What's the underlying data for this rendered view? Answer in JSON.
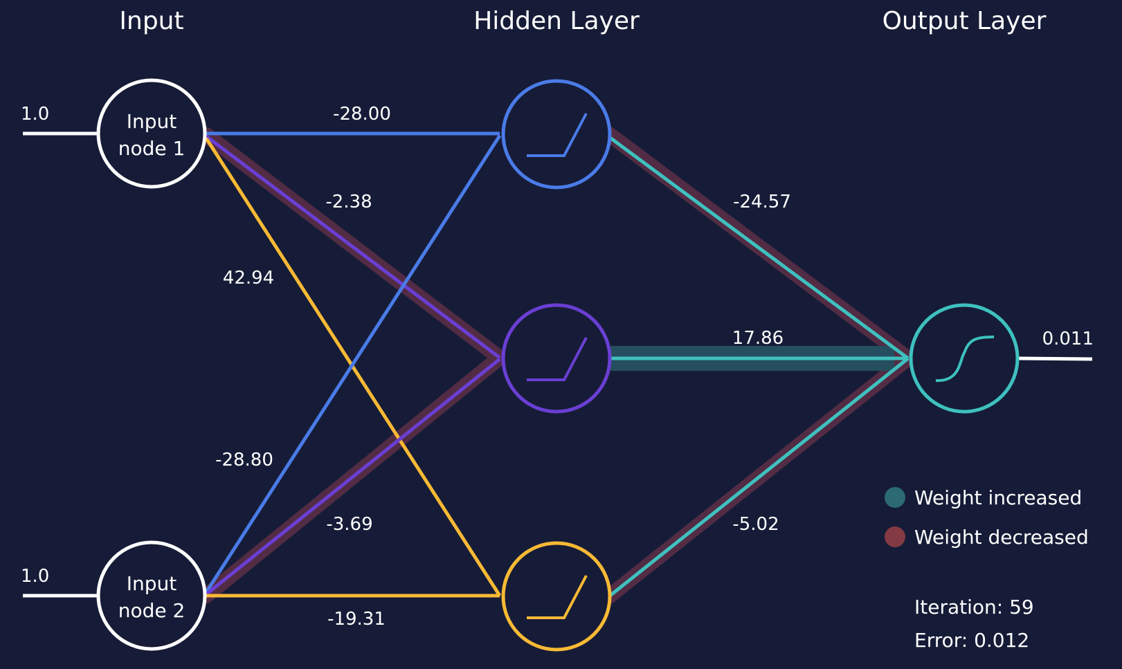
{
  "layers": {
    "input": "Input",
    "hidden": "Hidden Layer",
    "output": "Output Layer"
  },
  "input_nodes": [
    {
      "line1": "Input",
      "line2": "node 1",
      "value": "1.0"
    },
    {
      "line1": "Input",
      "line2": "node 2",
      "value": "1.0"
    }
  ],
  "hidden_nodes": [
    {
      "activation": "relu-icon",
      "color": "#4a7be8"
    },
    {
      "activation": "relu-icon",
      "color": "#6a3fd4"
    },
    {
      "activation": "relu-icon",
      "color": "#f8b935"
    }
  ],
  "output_node": {
    "activation": "sigmoid-icon",
    "color": "#3ec1bf",
    "value": "0.011"
  },
  "weights": {
    "in1_h1": {
      "label": "-28.00",
      "change": "none"
    },
    "in1_h2": {
      "label": "-2.38",
      "change": "decreased"
    },
    "in1_h3": {
      "label": "42.94",
      "change": "none"
    },
    "in2_h1": {
      "label": "-28.80",
      "change": "none"
    },
    "in2_h2": {
      "label": "-3.69",
      "change": "decreased"
    },
    "in2_h3": {
      "label": "-19.31",
      "change": "none"
    },
    "h1_out": {
      "label": "-24.57",
      "change": "decreased"
    },
    "h2_out": {
      "label": "17.86",
      "change": "increased"
    },
    "h3_out": {
      "label": "-5.02",
      "change": "decreased"
    }
  },
  "legend": {
    "increased": {
      "label": "Weight increased",
      "color": "#2b6a72"
    },
    "decreased": {
      "label": "Weight decreased",
      "color": "#843a43"
    }
  },
  "stats": {
    "iteration": "Iteration: 59",
    "error": "Error: 0.012"
  },
  "colors": {
    "background": "#161c37",
    "increased_band": "#254e5e",
    "decreased_band": "#522c44",
    "node_stroke_input": "#ffffff"
  }
}
